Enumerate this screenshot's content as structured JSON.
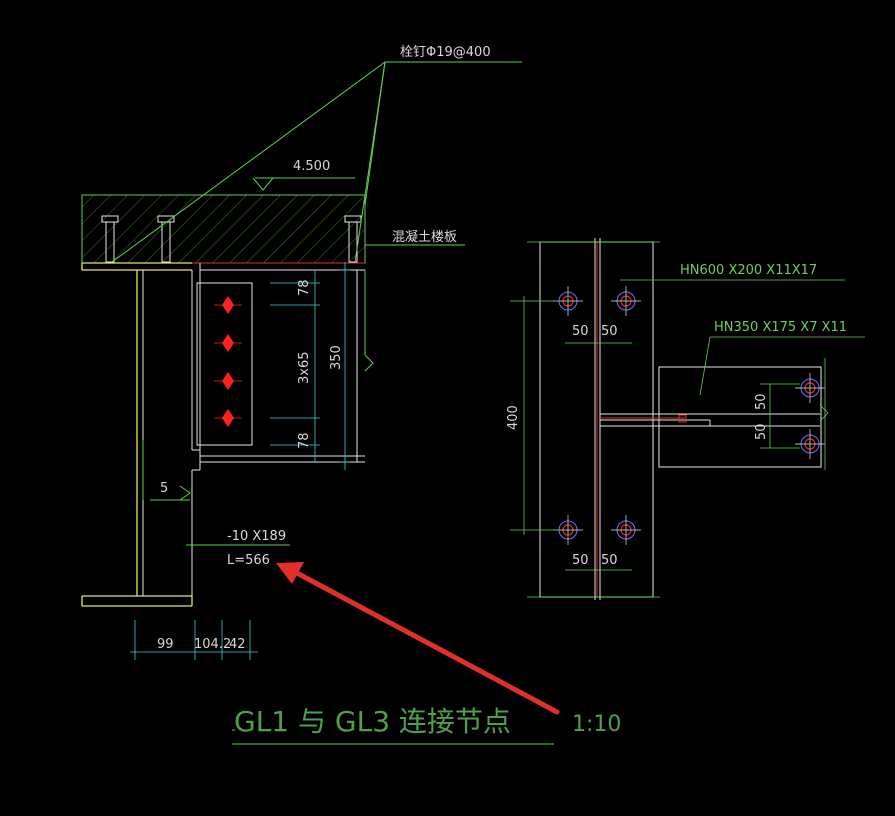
{
  "labels": {
    "stud": "栓钉Φ19@400",
    "elevation": "4.500",
    "slab": "混凝土楼板",
    "dim_78_top": "78",
    "dim_3x65": "3x65",
    "dim_350": "350",
    "dim_78_bot": "78",
    "weld": "5",
    "plate": "-10 X189",
    "plate_len": "L=566",
    "dim_99": "99",
    "dim_104": "104.2",
    "dim_42": "42",
    "main_beam": "HN600 X200 X11X17",
    "sec_beam": "HN350 X175 X7 X11",
    "dim_400": "400",
    "dim_50_a": "50",
    "dim_50_b": "50",
    "dim_50_c": "50",
    "dim_50_d": "50",
    "dim_50_e": "50",
    "dim_50_f": "50",
    "title": "GL1 与  GL3 连接节点",
    "scale": "1:10"
  },
  "colors": {
    "background": "#000000",
    "yellow": "#e8e85a",
    "green": "#5fd04f",
    "cyan": "#39d3d3",
    "red": "#ff2020",
    "white": "#e6e6e6",
    "arrow": "#e0302a"
  }
}
